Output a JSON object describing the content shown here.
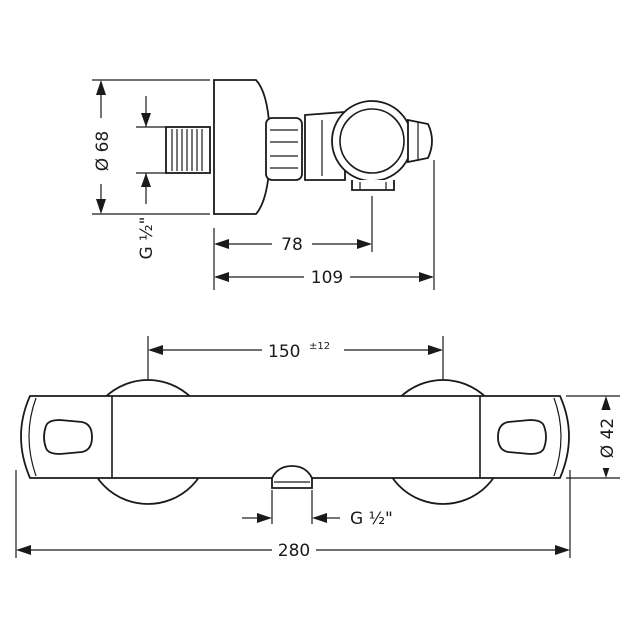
{
  "side_view": {
    "diameter_label": "Ø 68",
    "thread_label": "G ½\"",
    "dim_78": "78",
    "dim_109": "109"
  },
  "front_view": {
    "spacing_value": "150",
    "spacing_tolerance": "±12",
    "diameter_label": "Ø 42",
    "thread_label": "G ½\"",
    "length_label": "280"
  }
}
